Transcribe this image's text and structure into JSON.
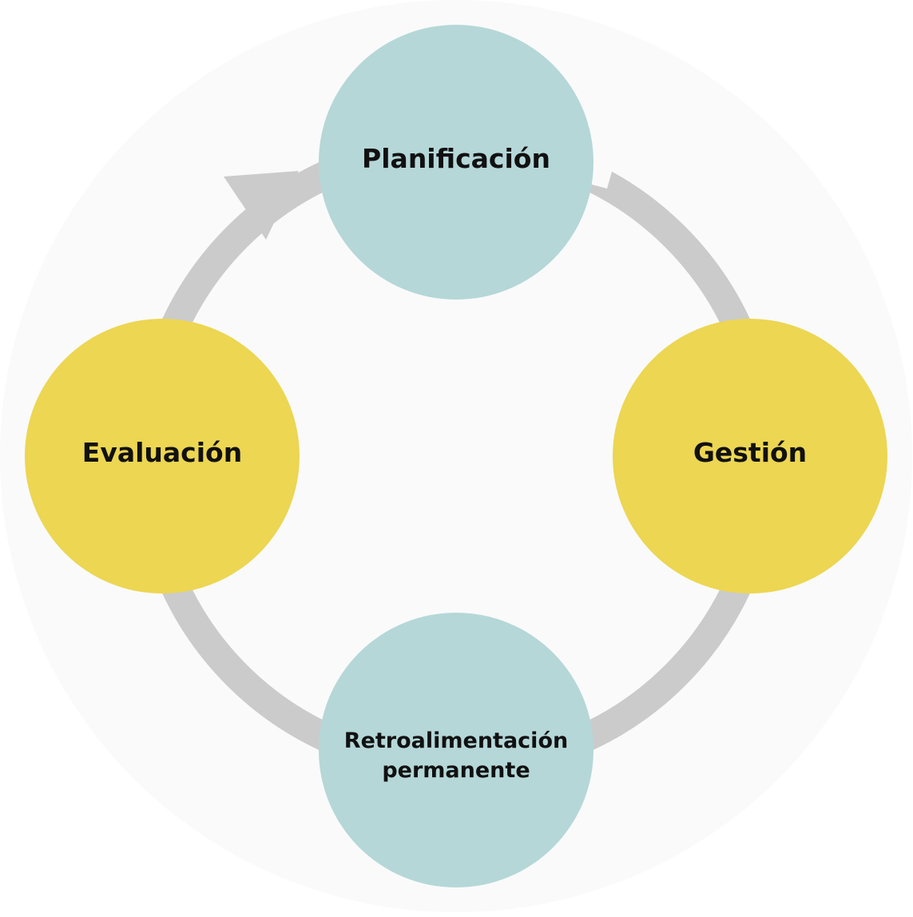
{
  "diagram": {
    "type": "cycle",
    "colors": {
      "background_disc": "#fafafa",
      "arrow": "#cbcbcb",
      "teal_node": "#b5d7d8",
      "yellow_node": "#ecd652",
      "text": "#111111"
    },
    "nodes": [
      {
        "id": "planificacion",
        "lines": [
          "Planificación"
        ],
        "color": "teal"
      },
      {
        "id": "gestion",
        "lines": [
          "Gestión"
        ],
        "color": "yellow"
      },
      {
        "id": "retroalimentacion",
        "lines": [
          "Retroalimentación",
          "permanente"
        ],
        "color": "teal"
      },
      {
        "id": "evaluacion",
        "lines": [
          "Evaluación"
        ],
        "color": "yellow"
      }
    ],
    "flow": [
      "planificacion",
      "gestion",
      "retroalimentacion",
      "evaluacion",
      "planificacion"
    ]
  }
}
